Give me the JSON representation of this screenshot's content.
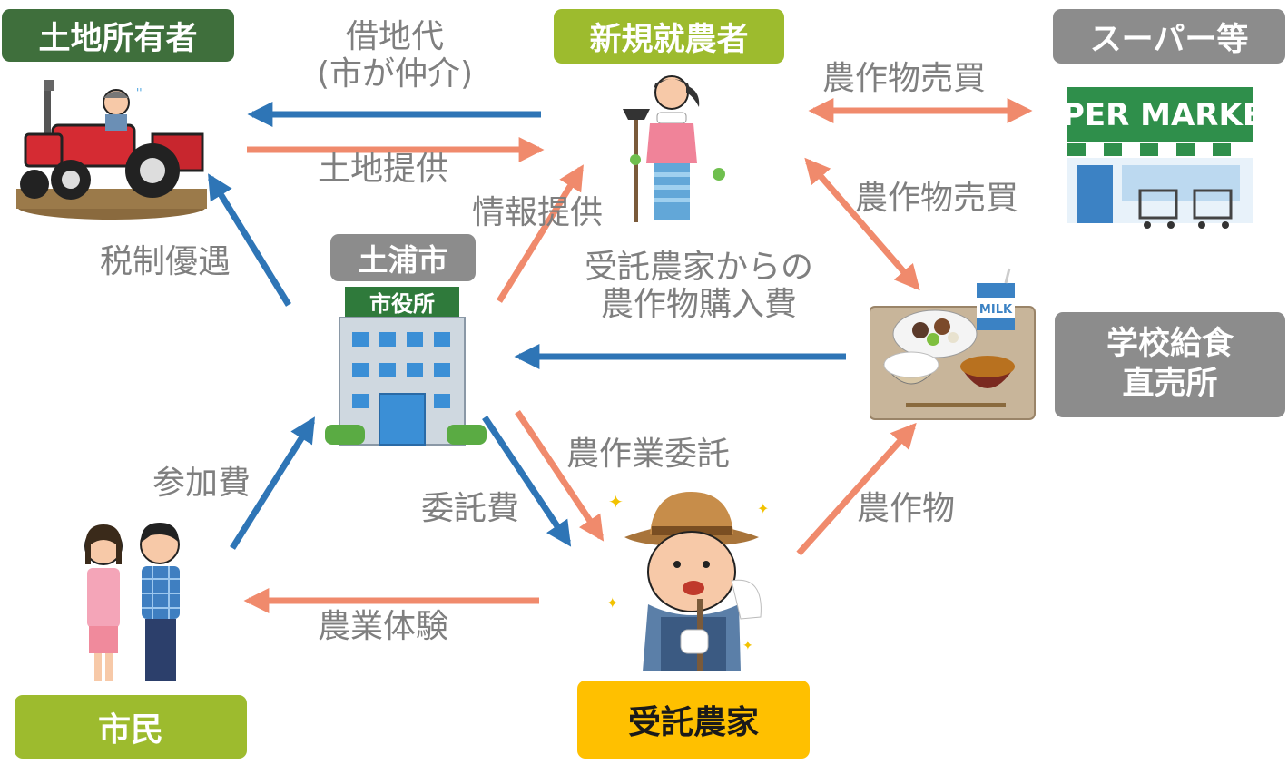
{
  "colors": {
    "blue": "#2e75b6",
    "orange": "#f08a6c",
    "green_dark": "#3f6f3c",
    "green_light": "#9dbb2e",
    "gray": "#8c8c8c",
    "yellow": "#ffc000",
    "label": "#7f7f7f"
  },
  "nodes": {
    "landowner": "土地所有者",
    "new_farmer": "新規就農者",
    "super": "スーパー等",
    "city": "土浦市",
    "school_line1": "学校給食",
    "school_line2": "直売所",
    "citizen": "市民",
    "contract_farmer": "受託農家"
  },
  "edges": {
    "rent_line1": "借地代",
    "rent_line2": "(市が仲介)",
    "land_provide": "土地提供",
    "tax": "税制優遇",
    "info": "情報提供",
    "trade_super": "農作物売買",
    "trade_school": "農作物売買",
    "purchase_line1": "受託農家からの",
    "purchase_line2": "農作物購入費",
    "participation": "参加費",
    "commission_fee": "委託費",
    "commission_work": "農作業委託",
    "produce": "農作物",
    "experience": "農業体験"
  },
  "illustrations": {
    "city_hall_sign": "市役所",
    "supermarket_sign": "PER MARKE",
    "milk": "MILK"
  },
  "icons": [
    "tractor-farmer-icon",
    "female-farmer-icon",
    "supermarket-icon",
    "city-hall-icon",
    "school-lunch-tray-icon",
    "citizens-couple-icon",
    "male-farmer-icon"
  ]
}
